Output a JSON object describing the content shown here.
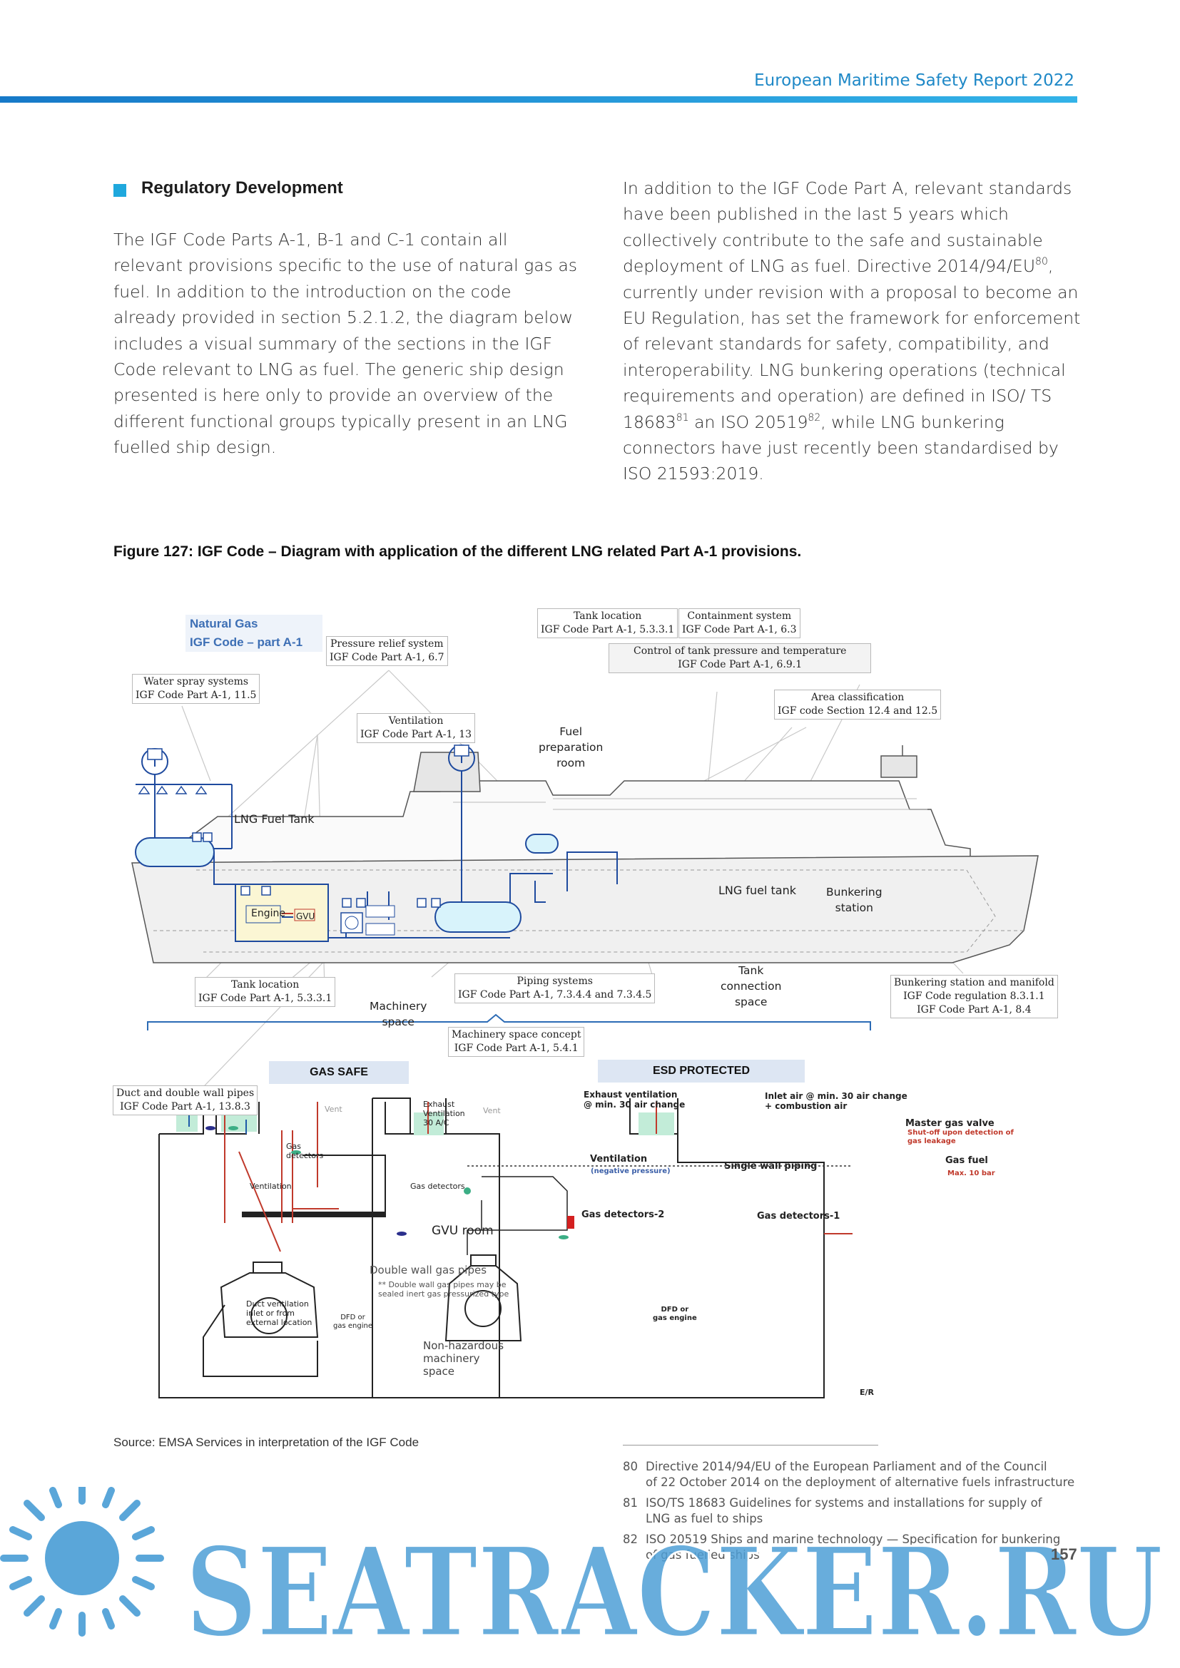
{
  "header": {
    "title": "European Maritime Safety Report 2022"
  },
  "section": {
    "title": "Regulatory Development"
  },
  "col1": "The IGF Code Parts A-1, B-1 and C-1 contain all relevant provisions specific to the use of natural gas as fuel. In addition to the introduction on the code already provided in section 5.2.1.2, the diagram below includes a visual summary of the sections in the IGF Code relevant to LNG as fuel. The generic ship design presented is here only to provide an overview of the different functional groups typically present in an LNG fuelled ship design.",
  "col2": {
    "p1": "In addition to the IGF Code Part A, relevant standards have been published in the last 5 years which collectively contribute to the safe and sustainable deployment of LNG as fuel. Directive 2014/94/EU",
    "s80": "80",
    "p2": ", currently under revision with a proposal to become an EU Regulation, has set the framework for enforcement of relevant standards for safety, compatibility, and interoperability. LNG bunkering operations (technical requirements and operation) are defined in ISO/ TS 18683",
    "s81": "81",
    "p3": " an ISO 20519",
    "s82": "82",
    "p4": ", while LNG bunkering connectors have just recently been standardised by ISO 21593:2019."
  },
  "figure": {
    "caption": "Figure 127: IGF Code – Diagram with application of the different LNG related Part A-1 provisions.",
    "natural_gas": "Natural Gas",
    "igf_part": "IGF Code – part A-1",
    "labels": {
      "water_spray": [
        "Water spray systems",
        "IGF Code Part A-1, 11.5"
      ],
      "pressure_relief": [
        "Pressure relief system",
        "IGF Code Part A-1, 6.7"
      ],
      "tank_location_top": [
        "Tank location",
        "IGF Code Part A-1, 5.3.3.1"
      ],
      "containment": [
        "Containment system",
        "IGF Code Part A-1, 6.3"
      ],
      "control_tank": [
        "Control of tank pressure and temperature",
        "IGF Code Part A-1, 6.9.1"
      ],
      "area_class": [
        "Area classification",
        "IGF code Section 12.4 and 12.5"
      ],
      "ventilation": [
        "Ventilation",
        "IGF Code Part A-1, 13"
      ],
      "tank_location_bottom": [
        "Tank location",
        "IGF Code Part A-1, 5.3.3.1"
      ],
      "piping": [
        "Piping systems",
        "IGF Code Part A-1, 7.3.4.4 and 7.3.4.5"
      ],
      "bunkering_manifold": [
        "Bunkering station and manifold",
        "IGF Code regulation 8.3.1.1",
        "IGF Code Part A-1, 8.4"
      ],
      "machinery_concept": [
        "Machinery space concept",
        "IGF Code Part A-1, 5.4.1"
      ],
      "duct": [
        "Duct and double wall pipes",
        "IGF Code Part A-1, 13.8.3"
      ]
    },
    "plain": {
      "fuel_prep": [
        "Fuel",
        "preparation",
        "room"
      ],
      "machinery_space": [
        "Machinery",
        "space"
      ],
      "tank_connection": [
        "Tank",
        "connection",
        "space"
      ],
      "lng_fuel_tank_aft": "LNG Fuel Tank",
      "lng_fuel_tank_mid": "LNG fuel tank",
      "bunkering_station": [
        "Bunkering",
        "station"
      ],
      "engine": "Engine",
      "gvu": "GVU"
    },
    "gas_safe": {
      "band": "GAS SAFE",
      "vent1": "Vent",
      "vent2": "Vent",
      "exhaust": [
        "Exhaust",
        "Ventilation",
        "30 A/C"
      ],
      "gas_detectors_a": [
        "Gas",
        "detectors"
      ],
      "ventilation": "Ventilation",
      "gas_detectors_b": "Gas detectors",
      "gvu_room": "GVU room",
      "double_wall": "Double wall gas pipes",
      "double_wall_note": [
        "** Double wall gas pipes may be",
        "sealed inert gas pressurized type"
      ],
      "duct_vent": [
        "Duct ventilation",
        "inlet or from",
        "external location"
      ],
      "engine": [
        "DFD or",
        "gas engine"
      ],
      "non_haz": [
        "Non-hazardous",
        "machinery",
        "space"
      ]
    },
    "esd": {
      "band": "ESD PROTECTED",
      "exhaust": [
        "Exhaust ventilation",
        "@ min. 30 air change"
      ],
      "inlet": [
        "Inlet air @ min. 30 air change",
        "+ combustion air"
      ],
      "master_valve": "Master gas valve",
      "shutoff": [
        "Shut-off upon detection of",
        "gas leakage"
      ],
      "gas_fuel": "Gas fuel",
      "max": "Max. 10 bar",
      "ventilation": "Ventilation",
      "neg_pressure": "(negative pressure)",
      "single_wall": "Single wall piping",
      "gd2": "Gas detectors-2",
      "gd1": "Gas detectors-1",
      "engine": [
        "DFD or",
        "gas engine"
      ],
      "er": "E/R"
    },
    "source": "Source: EMSA Services in interpretation of the IGF Code"
  },
  "footnotes": [
    {
      "n": "80",
      "l1": "Directive 2014/94/EU of the European Parliament and of the Council",
      "l2": "of 22 October 2014 on the deployment of alternative fuels infrastructure"
    },
    {
      "n": "81",
      "l1": "ISO/TS 18683   Guidelines for systems and installations for supply of",
      "l2": "LNG as fuel to ships"
    },
    {
      "n": "82",
      "l1": "ISO 20519   Ships and marine technology — Specification for bunkering",
      "l2": "of gas fuelled ships"
    }
  ],
  "page_number": "157",
  "watermark": "SEATRACKER.RU",
  "colors": {
    "accent": "#1fa8dd",
    "header_bar": "#1679c8",
    "watermark": "#4d9fd6"
  }
}
